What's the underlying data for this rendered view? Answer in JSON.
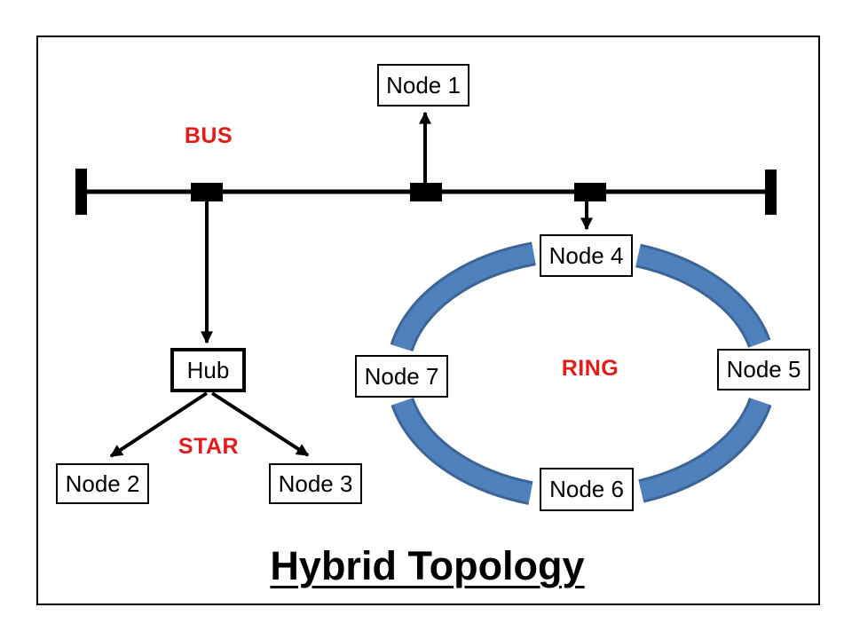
{
  "slide": {
    "title": "Hybrid Topology"
  },
  "labels": {
    "bus": "BUS",
    "star": "STAR",
    "ring": "RING"
  },
  "nodes": {
    "node1": "Node 1",
    "node2": "Node 2",
    "node3": "Node 3",
    "node4": "Node 4",
    "node5": "Node 5",
    "node6": "Node 6",
    "node7": "Node 7",
    "hub": "Hub"
  },
  "colors": {
    "label_red": "#e21b1b",
    "ring_fill": "#4f81bd",
    "ring_outline": "#3c6494",
    "line_black": "#000000"
  }
}
